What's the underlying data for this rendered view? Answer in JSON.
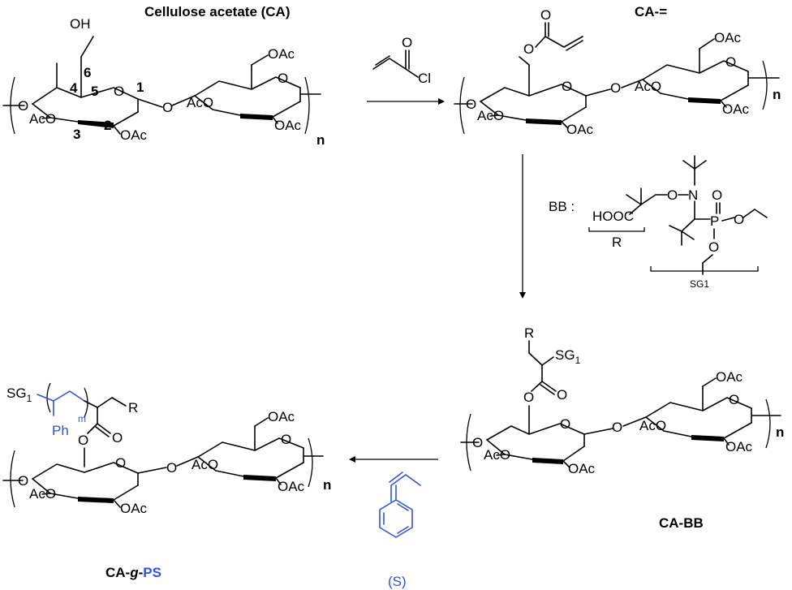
{
  "colors": {
    "ink": "#000000",
    "accent": "#2f52e0"
  },
  "titles": {
    "ca": "Cellulose acetate (CA)",
    "ca_eq": "CA-=",
    "ca_bb": "CA-BB",
    "ca_g_ps_prefix": "CA-",
    "ca_g_ps_g": "g",
    "ca_g_ps_dash": "-",
    "ca_g_ps_ps": "PS"
  },
  "labels": {
    "oac": "OAc",
    "aco": "AcO",
    "ao": "O",
    "oh": "OH",
    "n": "n",
    "m": "m",
    "cl": "Cl",
    "o": "O",
    "p": "P",
    "nn": "N",
    "r": "R",
    "sg": "SG",
    "sub1": "1",
    "sg1": "SG1",
    "ph": "Ph",
    "hooc": "HOOC",
    "bb": "BB :",
    "o_dash": "O",
    "styrene": "(S)"
  },
  "numbering": [
    "1",
    "2",
    "3",
    "4",
    "5",
    "6"
  ]
}
